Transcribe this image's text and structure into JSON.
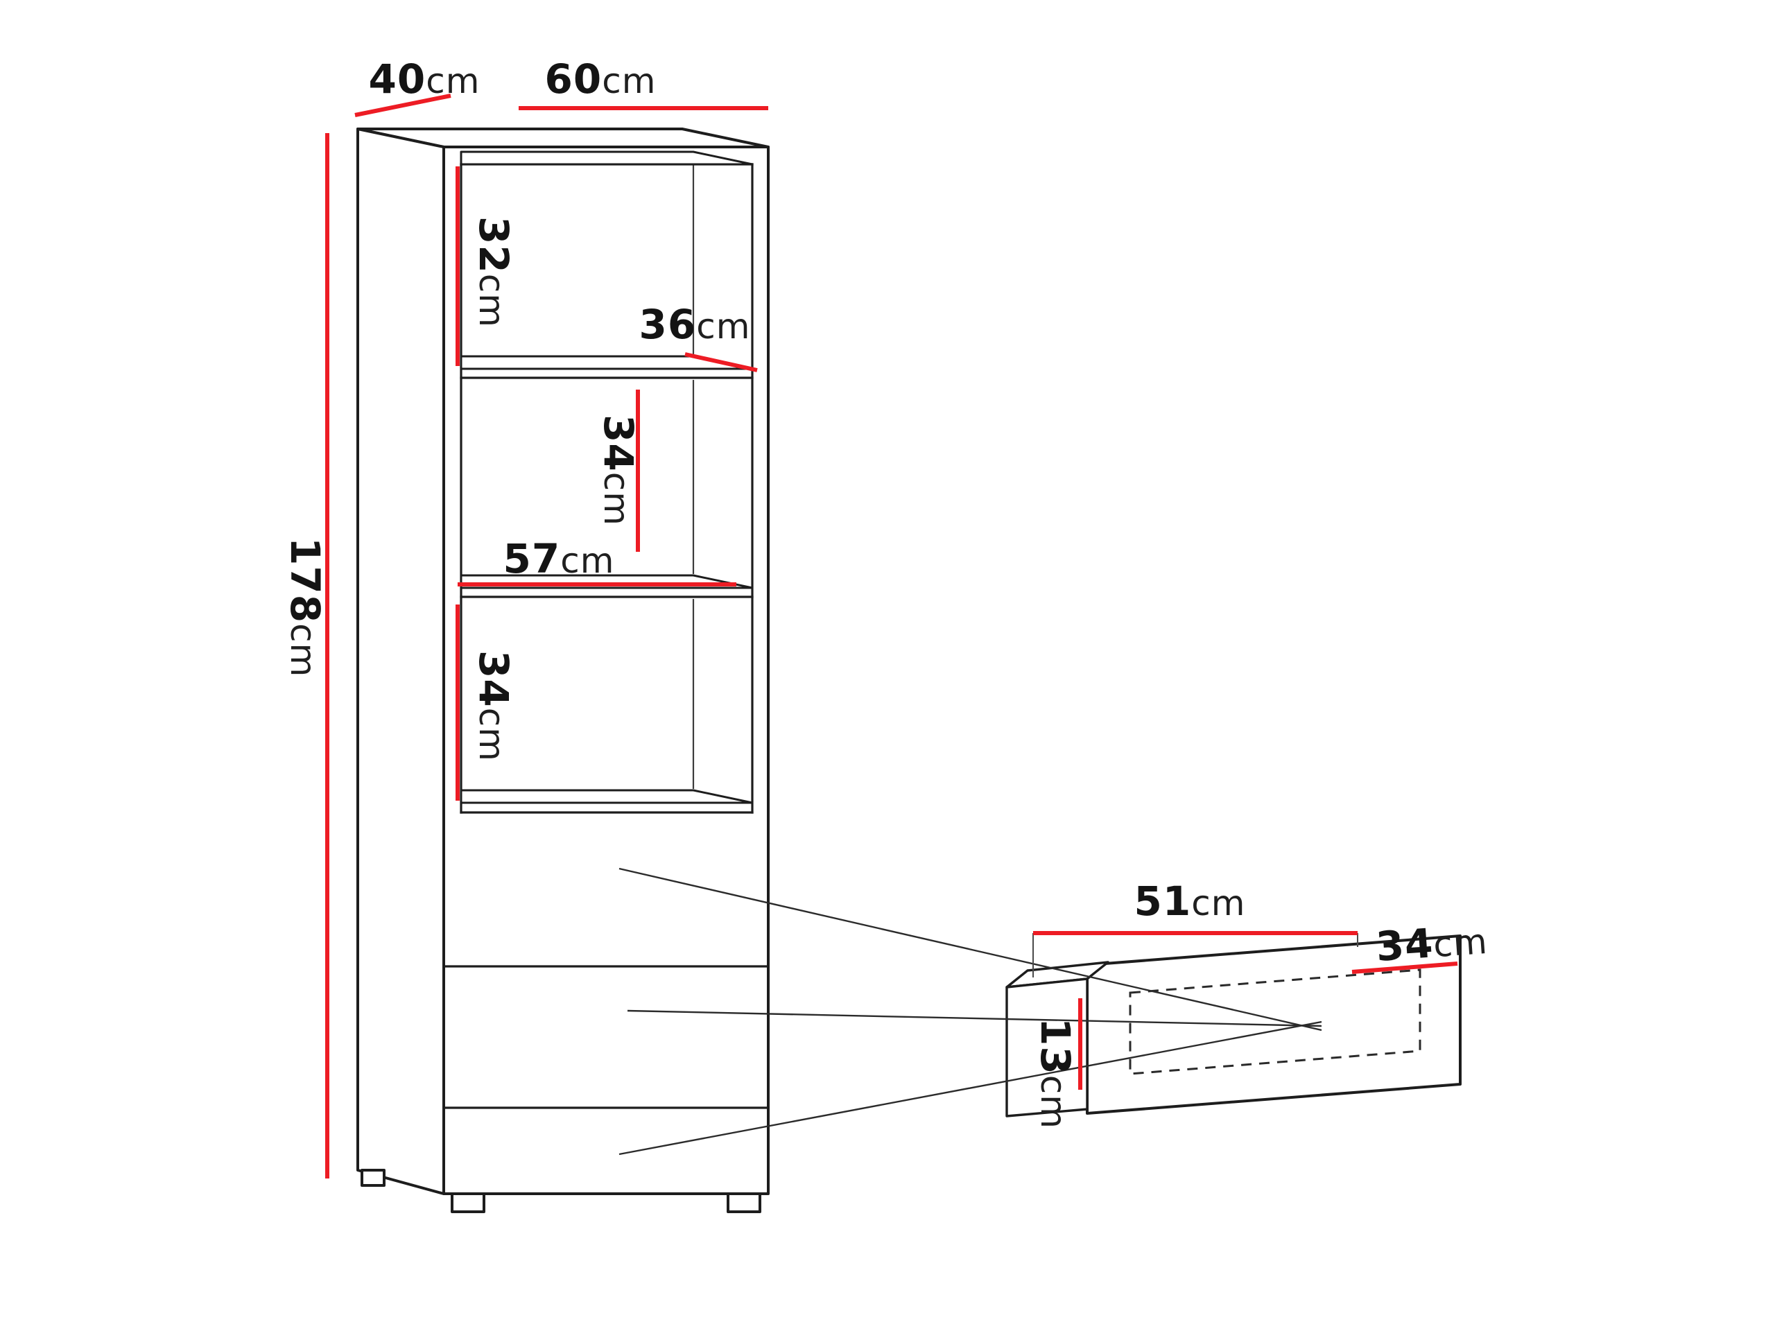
{
  "diagram": {
    "accent_color": "#ed1c24",
    "ink_color": "#1d1d1d",
    "cabinet": {
      "depth": {
        "value": "40",
        "unit": "cm"
      },
      "width": {
        "value": "60",
        "unit": "cm"
      },
      "height": {
        "value": "178",
        "unit": "cm"
      },
      "top_compartment_height": {
        "value": "32",
        "unit": "cm"
      },
      "shelf_depth": {
        "value": "36",
        "unit": "cm"
      },
      "middle_compartment_height": {
        "value": "34",
        "unit": "cm"
      },
      "shelf_width": {
        "value": "57",
        "unit": "cm"
      },
      "lower_compartment_height": {
        "value": "34",
        "unit": "cm"
      }
    },
    "drawer": {
      "inner_width": {
        "value": "51",
        "unit": "cm"
      },
      "inner_depth": {
        "value": "34",
        "unit": "cm"
      },
      "inner_height": {
        "value": "13",
        "unit": "cm"
      }
    }
  }
}
